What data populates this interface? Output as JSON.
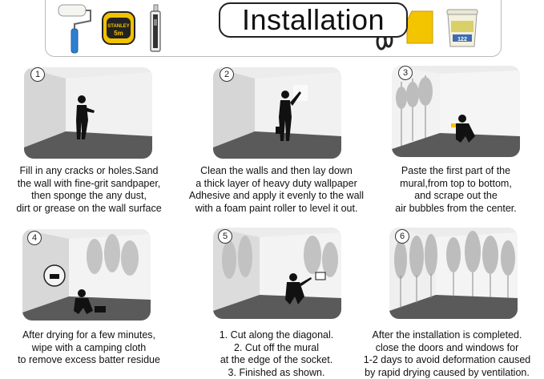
{
  "header": {
    "title": "Installation",
    "tools_left": [
      {
        "icon": "paint-roller-icon"
      },
      {
        "icon": "tape-measure-icon",
        "brand": "STANLEY",
        "size": "5m"
      },
      {
        "icon": "utility-knife-icon"
      }
    ],
    "tools_right": [
      {
        "icon": "scissors-icon"
      },
      {
        "icon": "plastic-scraper-icon"
      },
      {
        "icon": "adhesive-bucket-icon",
        "label": "122"
      }
    ]
  },
  "steps": [
    {
      "number": "1",
      "lines": [
        "Fill in any cracks or holes.Sand",
        "the wall with fine-grit sandpaper,",
        "then sponge the any dust,",
        "dirt or grease on the wall surface"
      ]
    },
    {
      "number": "2",
      "lines": [
        "Clean the walls and then lay down",
        "a thick layer of heavy duty wallpaper",
        "Adhesive and apply it evenly to the wall",
        "with a foam paint roller to level it out."
      ]
    },
    {
      "number": "3",
      "lines": [
        "Paste the first part of the",
        "mural,from top to bottom,",
        "and scrape out the",
        "air bubbles from the center."
      ]
    },
    {
      "number": "4",
      "lines": [
        "After drying for a few minutes,",
        "wipe with a camping cloth",
        "to remove excess batter residue"
      ]
    },
    {
      "number": "5",
      "lines": [
        "1. Cut along the diagonal.",
        "2. Cut off the mural",
        "at the edge of the socket.",
        "3. Finished as shown."
      ]
    },
    {
      "number": "6",
      "lines": [
        "After the installation is completed.",
        "close the doors and windows for",
        "1-2 days to avoid deformation caused",
        "by rapid drying caused by ventilation."
      ]
    }
  ],
  "colors": {
    "accent_blue": "#2f7fd0",
    "tape_yellow": "#f2c200",
    "scraper_yellow": "#f3c400"
  }
}
